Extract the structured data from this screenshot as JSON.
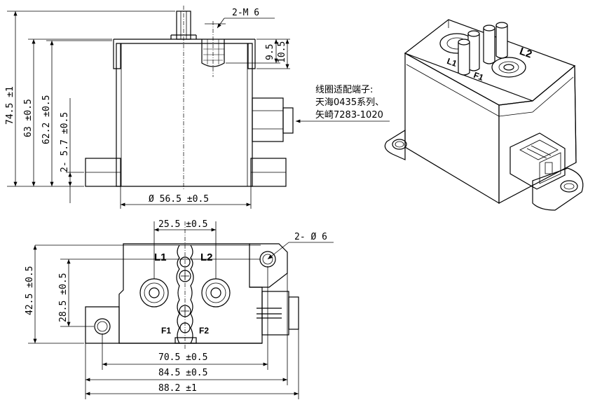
{
  "front_view": {
    "thread_label": "2-M 6",
    "dim_9_5": "9.5",
    "dim_10_5": "10.5",
    "dim_74_5": "74.5 ±1",
    "dim_63": "63 ±0.5",
    "dim_62_2": "62.2 ±0.5",
    "dim_5_7": "2- 5.7 ±0.5",
    "dim_56_5": "Ø 56.5 ±0.5"
  },
  "annotation": {
    "line1": "线圈适配端子:",
    "line2": "天海0435系列、",
    "line3": "矢崎7283-1020"
  },
  "top_view": {
    "dim_25_5": "25.5 ±0.5",
    "dim_hole": "2- Ø 6",
    "dim_42_5": "42.5 ±0.5",
    "dim_28_5": "28.5 ±0.5",
    "dim_70_5": "70.5 ±0.5",
    "dim_84_5": "84.5 ±0.5",
    "dim_88_2": "88.2 ±1",
    "label_l1": "L1",
    "label_l2": "L2",
    "label_f1": "F1",
    "label_f2": "F2"
  },
  "iso_view": {
    "label_l2": "L2",
    "label_l1": "L1",
    "label_f": "F1"
  }
}
